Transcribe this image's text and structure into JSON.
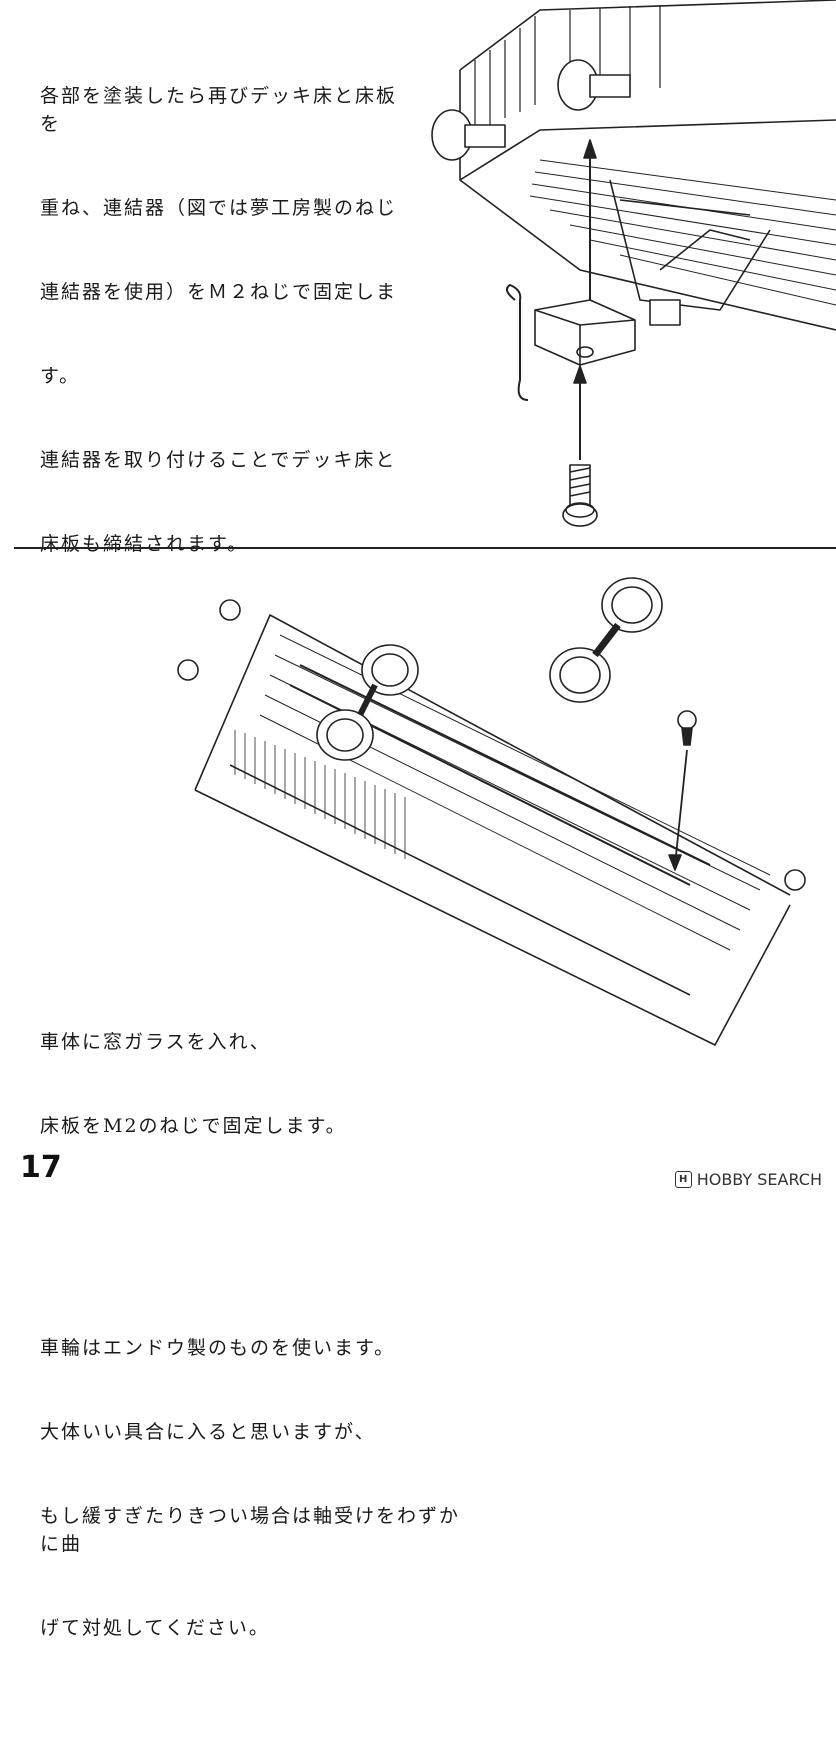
{
  "instructions_top": {
    "lines": [
      "各部を塗装したら再びデッキ床と床板を",
      "重ね、連結器（図では夢工房製のねじ",
      "連結器を使用）をＭ２ねじで固定しま",
      "す。",
      "連結器を取り付けることでデッキ床と",
      "床板も締結されます。"
    ]
  },
  "instructions_bottom": {
    "para1": [
      "車体に窓ガラスを入れ、",
      "床板をM2のねじで固定します。"
    ],
    "para2": [
      "車輪はエンドウ製のものを使います。",
      "大体いい具合に入ると思いますが、",
      "もし緩すぎたりきつい場合は軸受けをわずかに曲",
      "げて対処してください。"
    ]
  },
  "page_number": "17",
  "watermark": {
    "logo": "H",
    "text": "HOBBY SEARCH"
  }
}
